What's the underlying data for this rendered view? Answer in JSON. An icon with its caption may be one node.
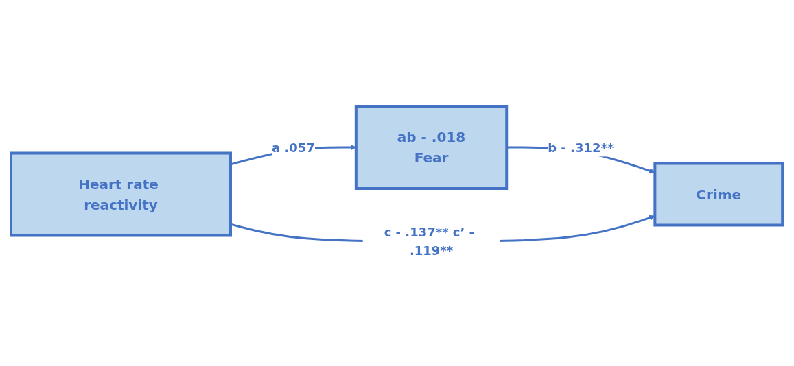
{
  "diagram": {
    "nodes": [
      {
        "text": [
          "ab - .018",
          "Fear"
        ]
      },
      {
        "text": [
          "Heart rate reactivity"
        ]
      },
      {
        "text": [
          "Crime"
        ]
      }
    ],
    "edges": [
      {
        "from": 1,
        "to": 0,
        "arrow": "to",
        "label": "a .057"
      },
      {
        "from": 0,
        "to": 2,
        "arrow": "to",
        "label": "b - .312**"
      },
      {
        "from": 1,
        "to": 2,
        "arrow": "to",
        "label": "c - .137** c’ - .119**"
      }
    ]
  }
}
